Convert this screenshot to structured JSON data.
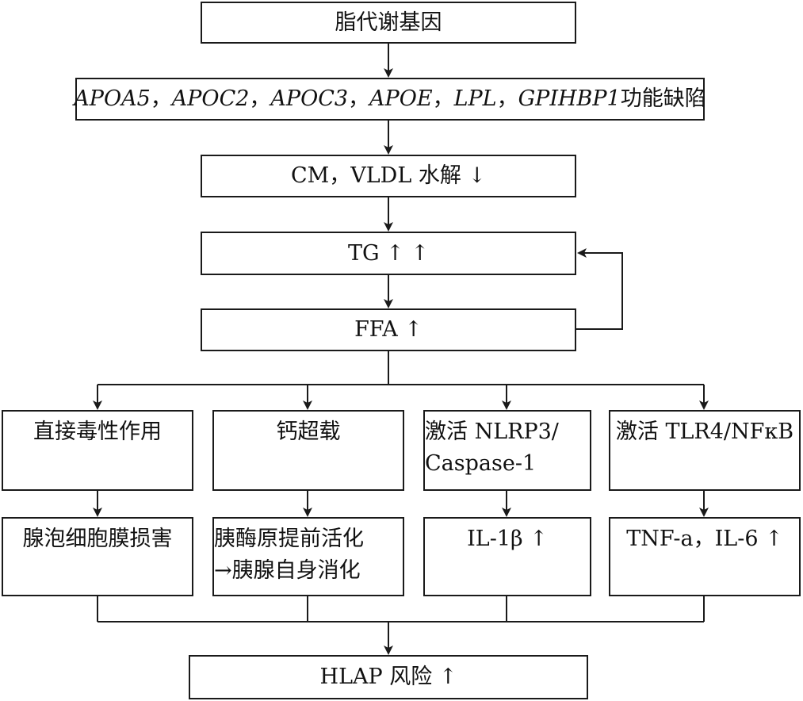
{
  "flowchart": {
    "gene_box": {
      "label": "脂代谢基因"
    },
    "defect_box": {
      "genes": [
        "APOA5",
        "APOC2",
        "APOC3",
        "APOE",
        "LPL",
        "GPIHBP1"
      ],
      "separator": "，",
      "suffix": "功能缺陷"
    },
    "hydrolysis_box": {
      "label": "CM，VLDL 水解 ↓"
    },
    "tg_box": {
      "label": "TG ↑ ↑"
    },
    "ffa_box": {
      "label": "FFA ↑"
    },
    "mechanisms": [
      {
        "lines": [
          "直接毒性作用"
        ]
      },
      {
        "lines": [
          "钙超载"
        ]
      },
      {
        "lines": [
          "激活 NLRP3/",
          "Caspase-1"
        ]
      },
      {
        "lines": [
          "激活 TLR4/NFκB"
        ]
      }
    ],
    "outcomes": [
      {
        "lines": [
          "腺泡细胞膜损害"
        ]
      },
      {
        "lines": [
          "胰酶原提前活化",
          "→胰腺自身消化"
        ]
      },
      {
        "lines": [
          "IL-1β ↑"
        ]
      },
      {
        "lines": [
          "TNF-a，IL-6 ↑"
        ]
      }
    ],
    "result_box": {
      "label": "HLAP 风险 ↑"
    }
  },
  "colors": {
    "stroke": "#1a1a1a",
    "background": "#ffffff",
    "text": "#111111"
  }
}
